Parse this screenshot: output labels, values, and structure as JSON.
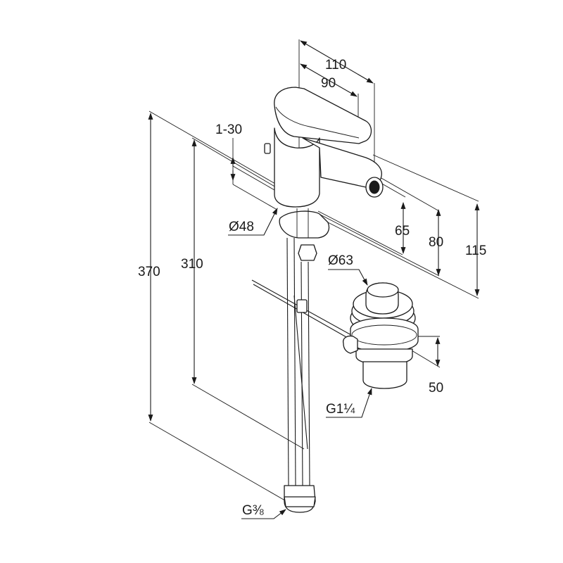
{
  "dimensions": {
    "overall_height": "370",
    "height_to_base": "310",
    "spout_reach": "110",
    "spout_reach_inner": "90",
    "swivel_range": "1-30",
    "base_diameter": "Ø48",
    "spout_height": "65",
    "spout_tip_height": "80",
    "top_height": "115",
    "waste_diameter": "Ø63",
    "waste_length": "50"
  },
  "threads": {
    "waste_thread": "G1¼",
    "supply_thread": "G⅜"
  },
  "colors": {
    "line": "#1a1a1a",
    "background": "#ffffff"
  }
}
